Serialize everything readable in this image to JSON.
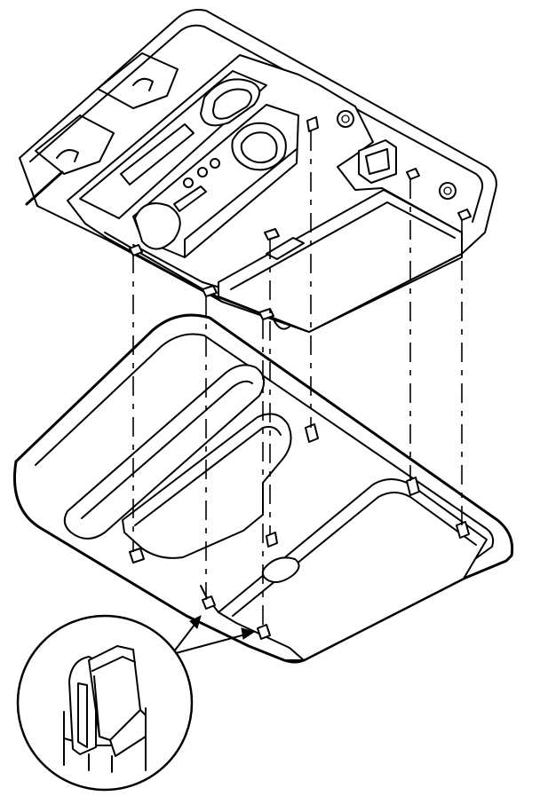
{
  "diagram": {
    "stroke_color": "#000000",
    "background_color": "#ffffff",
    "components": [
      "upper-console-assembly",
      "headliner-trim-panel",
      "retaining-clip-detail"
    ]
  }
}
